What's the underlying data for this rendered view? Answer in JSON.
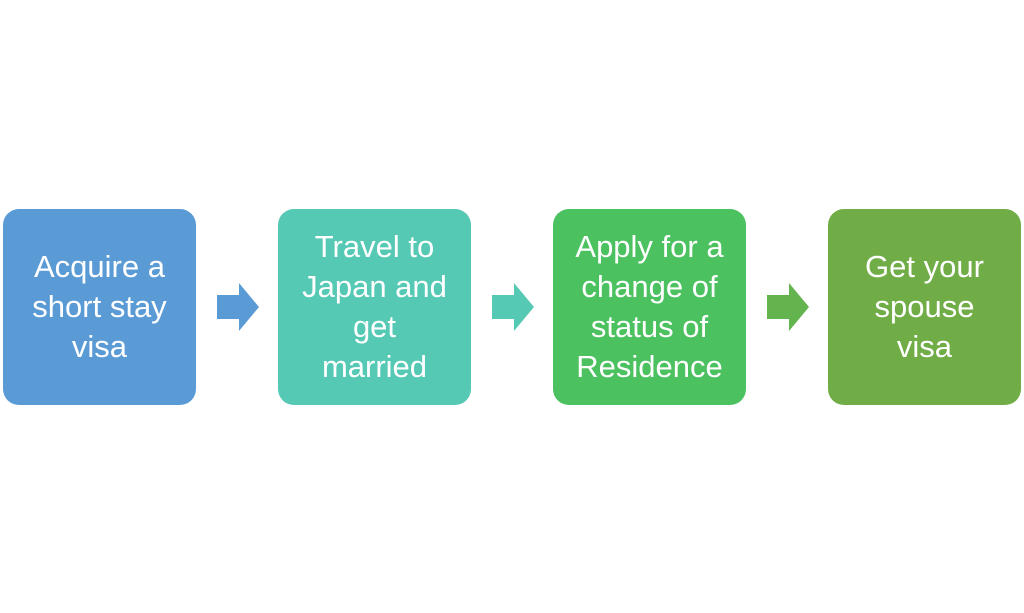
{
  "steps": [
    {
      "label": "Acquire a\nshort stay\nvisa",
      "color": "#5b9bd5"
    },
    {
      "label": "Travel to\nJapan and\nget\nmarried",
      "color": "#56c9b5"
    },
    {
      "label": "Apply for a\nchange of\nstatus of\nResidence",
      "color": "#4cc160"
    },
    {
      "label": "Get your\nspouse\nvisa",
      "color": "#70ad47"
    }
  ],
  "arrows": [
    {
      "color": "#5b9bd5"
    },
    {
      "color": "#56c9b5"
    },
    {
      "color": "#63b34f"
    }
  ]
}
